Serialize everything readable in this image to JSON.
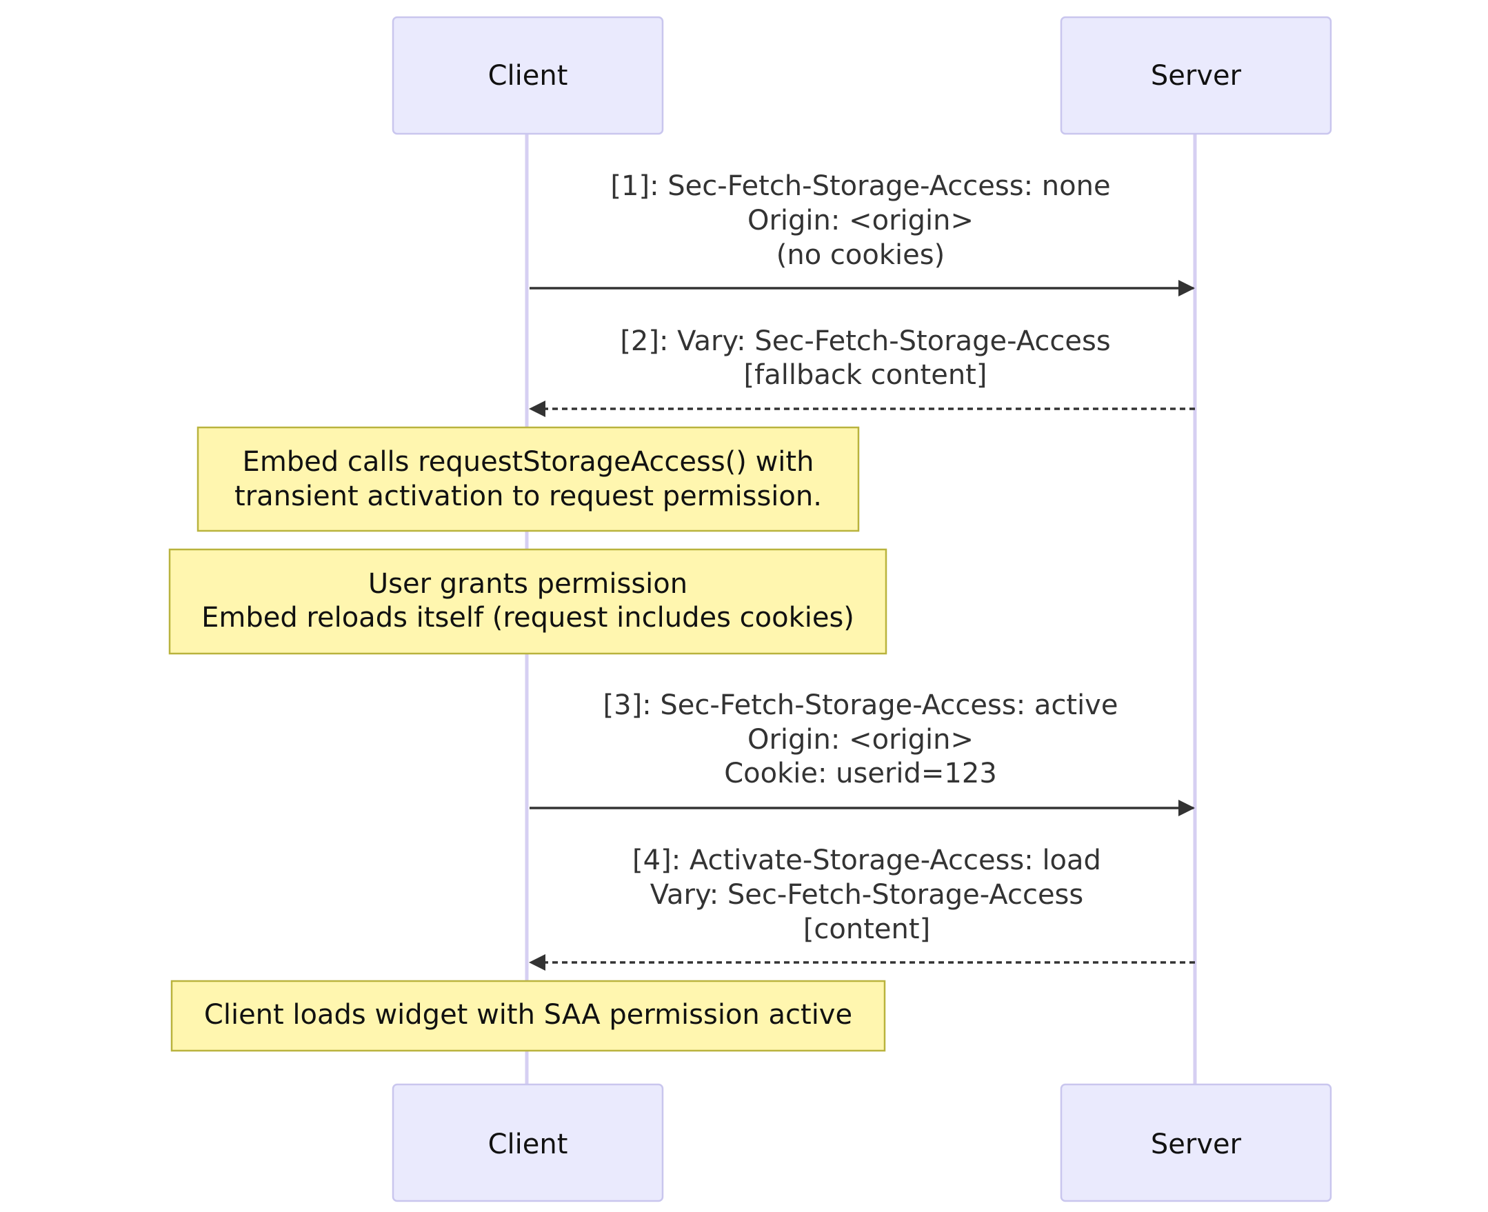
{
  "actors": [
    {
      "id": "client",
      "label": "Client"
    },
    {
      "id": "server",
      "label": "Server"
    }
  ],
  "messages": [
    {
      "from": "client",
      "to": "server",
      "style": "solid",
      "lines": [
        "[1]: Sec-Fetch-Storage-Access: none",
        "Origin: <origin>",
        "(no cookies)"
      ]
    },
    {
      "from": "server",
      "to": "client",
      "style": "dashed",
      "lines": [
        "[2]: Vary: Sec-Fetch-Storage-Access",
        "[fallback content]"
      ]
    },
    {
      "from": "client",
      "to": "server",
      "style": "solid",
      "lines": [
        "[3]: Sec-Fetch-Storage-Access: active",
        "Origin: <origin>",
        "Cookie: userid=123"
      ]
    },
    {
      "from": "server",
      "to": "client",
      "style": "dashed",
      "lines": [
        "[4]: Activate-Storage-Access: load",
        "Vary: Sec-Fetch-Storage-Access",
        "[content]"
      ]
    }
  ],
  "notes": [
    {
      "over": "client",
      "lines": [
        "Embed calls requestStorageAccess() with",
        "transient activation to request permission."
      ]
    },
    {
      "over": "client",
      "lines": [
        "User grants permission",
        "Embed reloads itself (request includes cookies)"
      ]
    },
    {
      "over": "client",
      "lines": [
        "Client loads widget with SAA permission active"
      ]
    }
  ],
  "colors": {
    "actor_fill": "#EAEAFD",
    "actor_border": "#C9C6EE",
    "lifeline": "#D6CFF2",
    "note_fill": "#FFF6AF",
    "note_border": "#B9B33D",
    "arrow": "#333333"
  }
}
